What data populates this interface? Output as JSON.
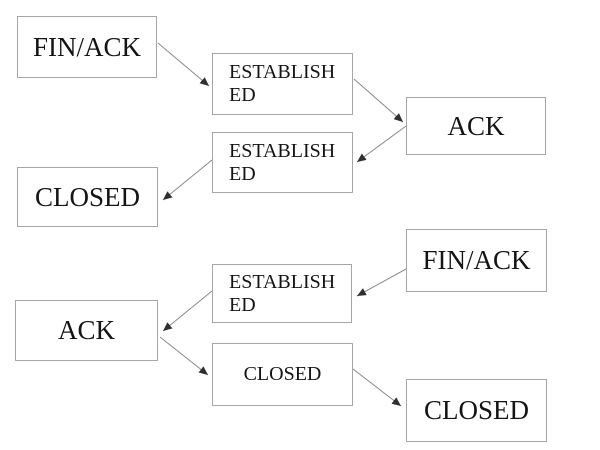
{
  "diagram": {
    "colors": {
      "background": "#ffffff",
      "node_fill": "#ffffff",
      "node_border": "#a6a6a6",
      "edge_line": "#8a8a8a",
      "arrowhead": "#2f2f2f",
      "text": "#141414"
    },
    "nodes": [
      {
        "id": "fin-ack-top-left",
        "label": "FIN/ACK",
        "lines": [
          "FIN/ACK"
        ]
      },
      {
        "id": "established-top",
        "label": "ESTABLISHED",
        "lines": [
          "ESTABLISH",
          "ED"
        ]
      },
      {
        "id": "established-mid",
        "label": "ESTABLISHED",
        "lines": [
          "ESTABLISH",
          "ED"
        ]
      },
      {
        "id": "ack-top-right",
        "label": "ACK",
        "lines": [
          "ACK"
        ]
      },
      {
        "id": "closed-left",
        "label": "CLOSED",
        "lines": [
          "CLOSED"
        ]
      },
      {
        "id": "fin-ack-right",
        "label": "FIN/ACK",
        "lines": [
          "FIN/ACK"
        ]
      },
      {
        "id": "established-bottom",
        "label": "ESTABLISHED",
        "lines": [
          "ESTABLISH",
          "ED"
        ]
      },
      {
        "id": "ack-bottom-left",
        "label": "ACK",
        "lines": [
          "ACK"
        ]
      },
      {
        "id": "closed-middle",
        "label": "CLOSED",
        "lines": [
          "CLOSED"
        ]
      },
      {
        "id": "closed-bottom-right",
        "label": "CLOSED",
        "lines": [
          "CLOSED"
        ]
      }
    ],
    "edges": [
      {
        "from": "fin-ack-top-left",
        "to": "established-top"
      },
      {
        "from": "established-top",
        "to": "ack-top-right"
      },
      {
        "from": "ack-top-right",
        "to": "established-mid"
      },
      {
        "from": "established-mid",
        "to": "closed-left"
      },
      {
        "from": "fin-ack-right",
        "to": "established-bottom"
      },
      {
        "from": "established-bottom",
        "to": "ack-bottom-left"
      },
      {
        "from": "ack-bottom-left",
        "to": "closed-middle"
      },
      {
        "from": "closed-middle",
        "to": "closed-bottom-right"
      }
    ]
  }
}
